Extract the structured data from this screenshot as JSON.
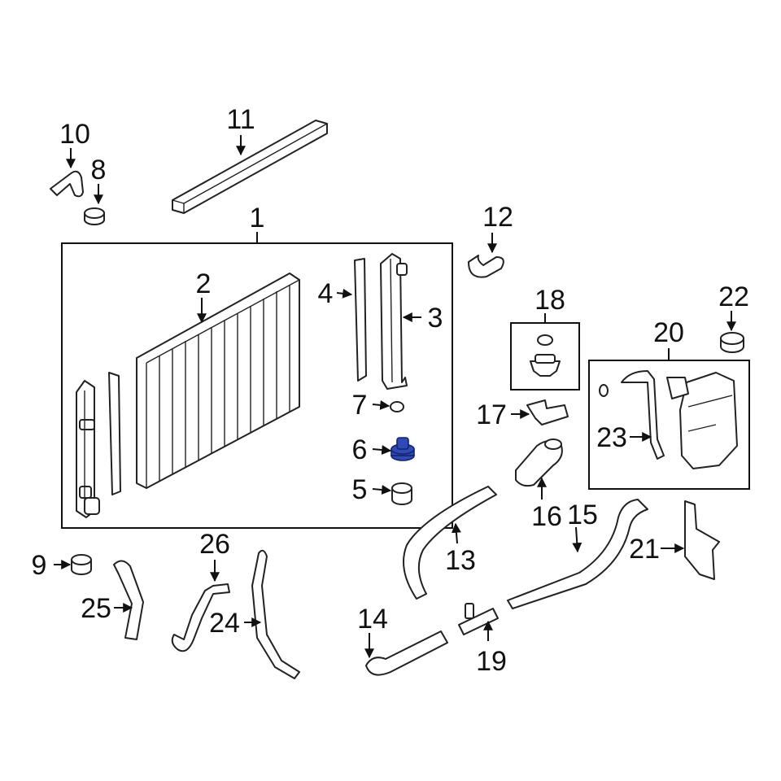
{
  "diagram": {
    "highlight_color": "#2f4ab5",
    "callouts": [
      {
        "id": "1",
        "label": "1"
      },
      {
        "id": "2",
        "label": "2"
      },
      {
        "id": "3",
        "label": "3"
      },
      {
        "id": "4",
        "label": "4"
      },
      {
        "id": "5",
        "label": "5"
      },
      {
        "id": "6",
        "label": "6",
        "highlighted": true
      },
      {
        "id": "7",
        "label": "7"
      },
      {
        "id": "8",
        "label": "8"
      },
      {
        "id": "9",
        "label": "9"
      },
      {
        "id": "10",
        "label": "10"
      },
      {
        "id": "11",
        "label": "11"
      },
      {
        "id": "12",
        "label": "12"
      },
      {
        "id": "13",
        "label": "13"
      },
      {
        "id": "14",
        "label": "14"
      },
      {
        "id": "15",
        "label": "15"
      },
      {
        "id": "16",
        "label": "16"
      },
      {
        "id": "17",
        "label": "17"
      },
      {
        "id": "18",
        "label": "18"
      },
      {
        "id": "19",
        "label": "19"
      },
      {
        "id": "20",
        "label": "20"
      },
      {
        "id": "21",
        "label": "21"
      },
      {
        "id": "22",
        "label": "22"
      },
      {
        "id": "23",
        "label": "23"
      },
      {
        "id": "24",
        "label": "24"
      },
      {
        "id": "25",
        "label": "25"
      },
      {
        "id": "26",
        "label": "26"
      }
    ]
  }
}
